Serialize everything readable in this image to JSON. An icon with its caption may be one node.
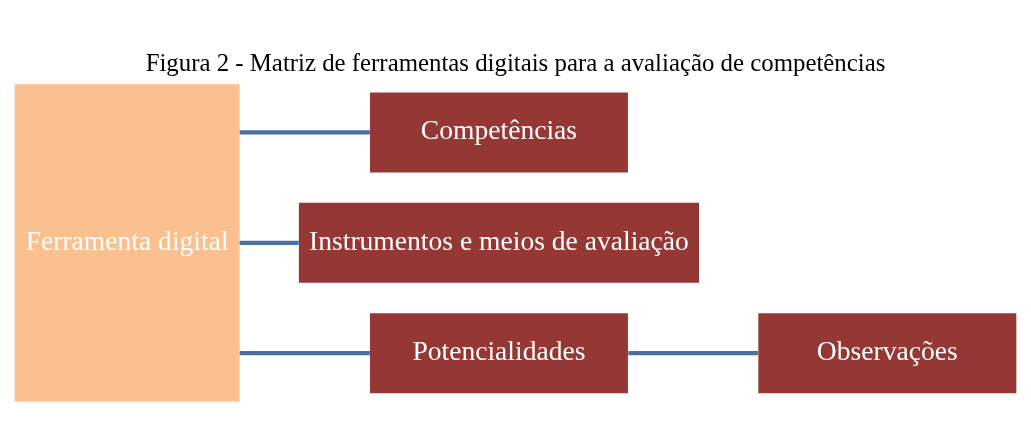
{
  "diagram": {
    "title": "Figura 2 - Matriz de ferramentas digitais para a avaliação de competências",
    "nodes": [
      {
        "text": [
          "Ferramenta digital"
        ]
      },
      {
        "text": [
          "Competências"
        ]
      },
      {
        "text": [
          "Instrumentos e meios de avaliação"
        ]
      },
      {
        "text": [
          "Potencialidades"
        ]
      },
      {
        "text": [
          "Observações"
        ]
      }
    ],
    "edges": [
      {
        "from": 0,
        "to": 1,
        "arrow": "none"
      },
      {
        "from": 0,
        "to": 2,
        "arrow": "none"
      },
      {
        "from": 0,
        "to": 3,
        "arrow": "none"
      },
      {
        "from": 3,
        "to": 4,
        "arrow": "none"
      }
    ]
  }
}
